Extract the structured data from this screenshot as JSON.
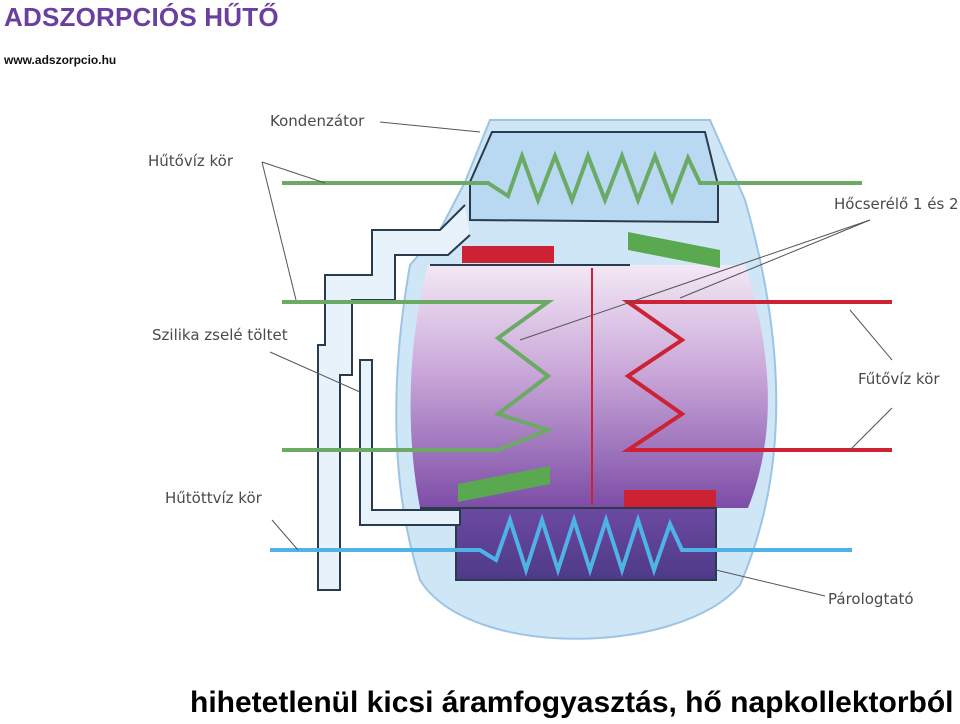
{
  "header": {
    "title": "ADSZORPCIÓS HŰTŐ",
    "url": "www.adszorpcio.hu"
  },
  "diagram": {
    "labels": {
      "condenser": "Kondenzátor",
      "cooling_water": "Hűtővíz kör",
      "heat_exchanger": "Hőcserélő 1 és 2",
      "silica_gel": "Szilika zselé töltet",
      "heating_water": "Fűtővíz kör",
      "chilled_water": "Hűtöttvíz kör",
      "evaporator": "Párologtató"
    },
    "colors": {
      "cooling_water": "#6aaa64",
      "heating_water": "#cc2233",
      "chilled_water": "#4fb3e8",
      "vessel": "#cfe6f7",
      "chamber_top": "#f2e4f3",
      "chamber_bottom": "#7a4fa0",
      "evaporator": "#5a3c8c"
    }
  },
  "footer": {
    "caption": "hihetetlenül kicsi áramfogyasztás, hő napkollektorból"
  }
}
